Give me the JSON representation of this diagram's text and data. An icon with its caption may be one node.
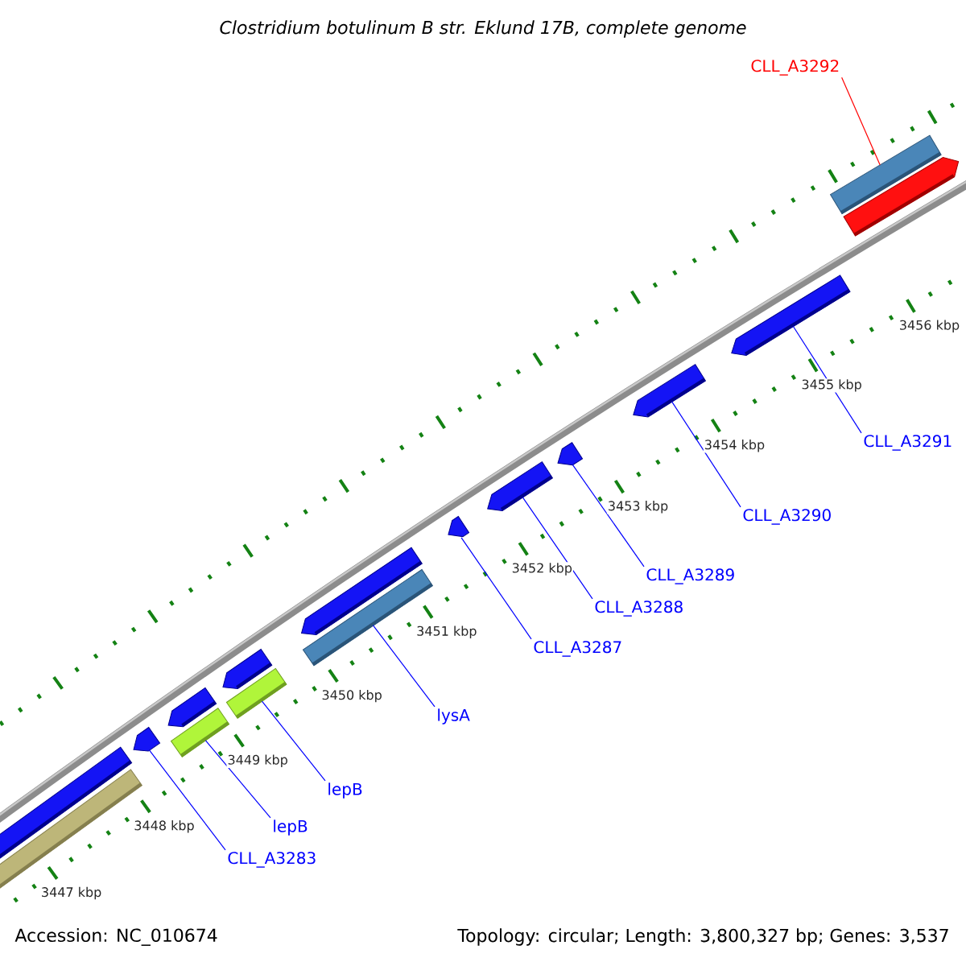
{
  "diagram": {
    "title": "Clostridium botulinum B str. Eklund 17B, complete genome",
    "nodes": [
      {
        "text": [],
        "shape": "bar"
      },
      {
        "text": [],
        "shape": "bar"
      },
      {
        "text": [],
        "shape": "bar"
      },
      {
        "text": [],
        "shape": "bar"
      },
      {
        "text": [],
        "shape": "bar"
      },
      {
        "text": [],
        "shape": "bar"
      },
      {
        "text": [],
        "shape": "bar"
      },
      {
        "text": [],
        "shape": "bar"
      },
      {
        "text": [],
        "shape": "bar"
      },
      {
        "text": [],
        "shape": "bar"
      },
      {
        "text": [],
        "shape": "bar"
      },
      {
        "text": [],
        "shape": "bar"
      },
      {
        "text": [],
        "shape": "bar"
      },
      {
        "text": [],
        "shape": "bar"
      },
      {
        "text": [],
        "shape": "bar"
      },
      {
        "text": [],
        "shape": "bar"
      },
      {
        "text": [
          "CLL_A3283"
        ]
      },
      {
        "text": [
          "lepB"
        ]
      },
      {
        "text": [
          "lepB"
        ]
      },
      {
        "text": [
          "lysA"
        ]
      },
      {
        "text": [
          "CLL_A3287"
        ]
      },
      {
        "text": [
          "CLL_A3288"
        ]
      },
      {
        "text": [
          "CLL_A3289"
        ]
      },
      {
        "text": [
          "CLL_A3290"
        ]
      },
      {
        "text": [
          "CLL_A3291"
        ]
      },
      {
        "text": [
          "CLL_A3292"
        ]
      }
    ],
    "edges": [
      {
        "from": 16,
        "to": 2,
        "arrow": "none"
      },
      {
        "from": 17,
        "to": 4,
        "arrow": "none"
      },
      {
        "from": 18,
        "to": 6,
        "arrow": "none"
      },
      {
        "from": 19,
        "to": 8,
        "arrow": "none"
      },
      {
        "from": 20,
        "to": 9,
        "arrow": "none"
      },
      {
        "from": 21,
        "to": 10,
        "arrow": "none"
      },
      {
        "from": 22,
        "to": 11,
        "arrow": "none"
      },
      {
        "from": 23,
        "to": 12,
        "arrow": "none"
      },
      {
        "from": 24,
        "to": 13,
        "arrow": "none"
      },
      {
        "from": 25,
        "to": 14,
        "arrow": "none",
        "color": "#ff0000"
      }
    ],
    "labels": [
      "3447 kbp",
      "3448 kbp",
      "3449 kbp",
      "3450 kbp",
      "3451 kbp",
      "3452 kbp",
      "3453 kbp",
      "3454 kbp",
      "3455 kbp",
      "3456 kbp",
      "Accession: NC_010674",
      "Topology: circular; Length: 3,800,327 bp; Genes: 3,537"
    ]
  }
}
